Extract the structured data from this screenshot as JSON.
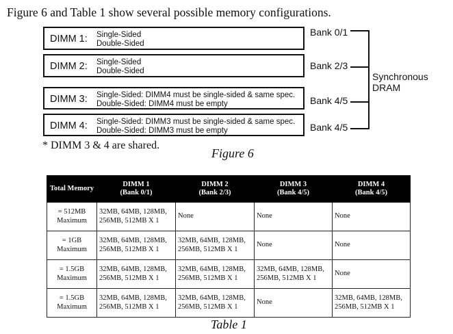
{
  "intro": "Figure 6 and Table 1 show several possible memory configurations.",
  "figure": {
    "dimms": [
      {
        "label": "DIMM 1:",
        "line1": "Single-Sided",
        "line2": "Double-Sided",
        "bank": "Bank 0/1"
      },
      {
        "label": "DIMM 2:",
        "line1": "Single-Sided",
        "line2": "Double-Sided",
        "bank": "Bank 2/3"
      },
      {
        "label": "DIMM 3:",
        "line1": "Single-Sided:  DIMM4 must be single-sided & same spec.",
        "line2": "Double-Sided: DIMM4 must be empty",
        "bank": "Bank 4/5"
      },
      {
        "label": "DIMM 4:",
        "line1": "Single-Sided:  DIMM3 must be single-sided & same spec.",
        "line2": "Double-Sided: DIMM3 must be empty",
        "bank": "Bank 4/5"
      }
    ],
    "sync_line1": "Synchronous",
    "sync_line2": "DRAM",
    "note": "*  DIMM 3 & 4 are shared.",
    "caption": "Figure 6"
  },
  "table": {
    "headers": [
      {
        "line1": "Total Memory",
        "line2": ""
      },
      {
        "line1": "DIMM 1",
        "line2": "(Bank 0/1)"
      },
      {
        "line1": "DIMM 2",
        "line2": "(Bank 2/3)"
      },
      {
        "line1": "DIMM 3",
        "line2": "(Bank 4/5)"
      },
      {
        "line1": "DIMM 4",
        "line2": "(Bank 4/5)"
      }
    ],
    "rows": [
      {
        "total1": "= 512MB",
        "total2": "Maximum",
        "cells": [
          [
            "32MB, 64MB, 128MB,",
            "256MB, 512MB X 1"
          ],
          [
            "None",
            ""
          ],
          [
            "None",
            ""
          ],
          [
            "None",
            ""
          ]
        ]
      },
      {
        "total1": "= 1GB",
        "total2": "Maximum",
        "cells": [
          [
            "32MB, 64MB, 128MB,",
            "256MB, 512MB X 1"
          ],
          [
            "32MB, 64MB, 128MB,",
            "256MB, 512MB X 1"
          ],
          [
            "None",
            ""
          ],
          [
            "None",
            ""
          ]
        ]
      },
      {
        "total1": "= 1.5GB",
        "total2": "Maximum",
        "cells": [
          [
            "32MB, 64MB, 128MB,",
            "256MB, 512MB X 1"
          ],
          [
            "32MB, 64MB, 128MB,",
            "256MB, 512MB X 1"
          ],
          [
            "32MB, 64MB, 128MB,",
            "256MB, 512MB X 1"
          ],
          [
            "None",
            ""
          ]
        ]
      },
      {
        "total1": "= 1.5GB",
        "total2": "Maximum",
        "cells": [
          [
            "32MB, 64MB, 128MB,",
            "256MB, 512MB X 1"
          ],
          [
            "32MB, 64MB, 128MB,",
            "256MB, 512MB X 1"
          ],
          [
            "None",
            ""
          ],
          [
            "32MB, 64MB, 128MB,",
            "256MB, 512MB X 1"
          ]
        ]
      }
    ],
    "caption": "Table 1"
  }
}
